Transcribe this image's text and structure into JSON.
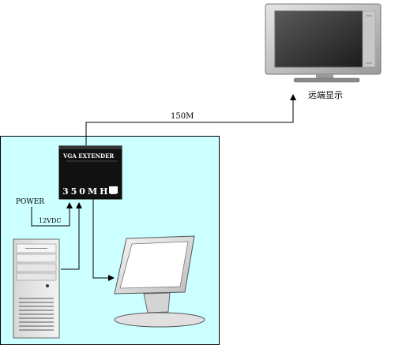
{
  "diagram": {
    "remote_display_label": "远端显示",
    "cable_label": "150M",
    "power_label": "POWER",
    "voltage_label": "12VDC",
    "extender": {
      "title_text": "VGA EXTENDER",
      "model_text": "350MHZ"
    },
    "colors": {
      "panel_fill": "#ccffff",
      "line": "#000000",
      "extender_body": "#111111",
      "extender_text": "#ffffff"
    }
  }
}
